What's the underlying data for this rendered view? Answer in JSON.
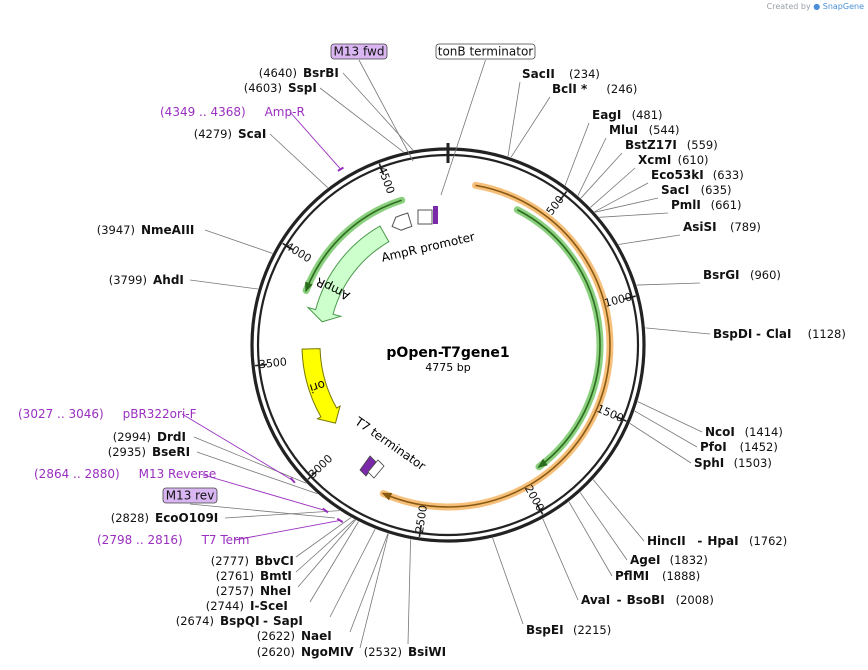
{
  "credit": {
    "prefix": "Created by",
    "brand": "SnapGene"
  },
  "plasmid": {
    "name": "pOpen-T7gene1",
    "length": "4775 bp",
    "total": 4775
  },
  "ticks": [
    {
      "pos": 500,
      "label": "500"
    },
    {
      "pos": 1000,
      "label": "1000"
    },
    {
      "pos": 1500,
      "label": "1500"
    },
    {
      "pos": 2000,
      "label": "2000"
    },
    {
      "pos": 2500,
      "label": "2500"
    },
    {
      "pos": 3000,
      "label": "3000"
    },
    {
      "pos": 3500,
      "label": "3500"
    },
    {
      "pos": 4000,
      "label": "4000"
    },
    {
      "pos": 4500,
      "label": "4500"
    }
  ],
  "sites": [
    {
      "name": "SacII",
      "pos": 234,
      "coord": "(234)"
    },
    {
      "name": "BclI *",
      "pos": 246,
      "coord": "(246)"
    },
    {
      "name": "EagI",
      "pos": 481,
      "coord": "(481)"
    },
    {
      "name": "MluI",
      "pos": 544,
      "coord": "(544)"
    },
    {
      "name": "BstZ17I",
      "pos": 559,
      "coord": "(559)"
    },
    {
      "name": "XcmI",
      "pos": 610,
      "coord": "(610)"
    },
    {
      "name": "Eco53kI",
      "pos": 633,
      "coord": "(633)"
    },
    {
      "name": "SacI",
      "pos": 635,
      "coord": "(635)"
    },
    {
      "name": "PmlI",
      "pos": 661,
      "coord": "(661)"
    },
    {
      "name": "AsiSI",
      "pos": 789,
      "coord": "(789)"
    },
    {
      "name": "BsrGI",
      "pos": 960,
      "coord": "(960)"
    },
    {
      "name": "BspDI",
      "name2": "ClaI",
      "pos": 1128,
      "coord": "(1128)"
    },
    {
      "name": "NcoI",
      "pos": 1414,
      "coord": "(1414)"
    },
    {
      "name": "PfoI",
      "pos": 1452,
      "coord": "(1452)"
    },
    {
      "name": "SphI",
      "pos": 1503,
      "coord": "(1503)"
    },
    {
      "name": "HincII",
      "name2": "HpaI",
      "pos": 1762,
      "coord": "(1762)"
    },
    {
      "name": "AgeI",
      "pos": 1832,
      "coord": "(1832)"
    },
    {
      "name": "PflMI",
      "pos": 1888,
      "coord": "(1888)"
    },
    {
      "name": "AvaI",
      "name2": "BsoBI",
      "pos": 2008,
      "coord": "(2008)"
    },
    {
      "name": "BspEI",
      "pos": 2215,
      "coord": "(2215)"
    },
    {
      "name": "BsiWI",
      "pos": 2532,
      "coord": "(2532)"
    },
    {
      "name": "NgoMIV",
      "pos": 2620,
      "coord": "(2620)"
    },
    {
      "name": "NaeI",
      "pos": 2622,
      "coord": "(2622)"
    },
    {
      "name": "BspQI",
      "name2": "SapI",
      "pos": 2674,
      "coord": "(2674)"
    },
    {
      "name": "I-SceI",
      "pos": 2744,
      "coord": "(2744)"
    },
    {
      "name": "NheI",
      "pos": 2757,
      "coord": "(2757)"
    },
    {
      "name": "BmtI",
      "pos": 2761,
      "coord": "(2761)"
    },
    {
      "name": "BbvCI",
      "pos": 2777,
      "coord": "(2777)"
    },
    {
      "name": "EcoO109I",
      "pos": 2828,
      "coord": "(2828)"
    },
    {
      "name": "BseRI",
      "pos": 2935,
      "coord": "(2935)"
    },
    {
      "name": "DrdI",
      "pos": 2994,
      "coord": "(2994)"
    },
    {
      "name": "AhdI",
      "pos": 3799,
      "coord": "(3799)"
    },
    {
      "name": "NmeAIII",
      "pos": 3947,
      "coord": "(3947)"
    },
    {
      "name": "ScaI",
      "pos": 4279,
      "coord": "(4279)"
    },
    {
      "name": "SspI",
      "pos": 4603,
      "coord": "(4603)"
    },
    {
      "name": "BsrBI",
      "pos": 4640,
      "coord": "(4640)"
    }
  ],
  "primers": [
    {
      "name": "Amp-R",
      "coord": "(4349 .. 4368)",
      "start": 4349,
      "end": 4368
    },
    {
      "name": "pBR322ori-F",
      "coord": "(3027 .. 3046)",
      "start": 3027,
      "end": 3046
    },
    {
      "name": "M13 Reverse",
      "coord": "(2864 .. 2880)",
      "start": 2864,
      "end": 2880
    },
    {
      "name": "T7 Term",
      "coord": "(2798 .. 2816)",
      "start": 2798,
      "end": 2816
    }
  ],
  "boxed": [
    {
      "name": "M13 fwd",
      "pos": 4700,
      "color": "#d9b6f2"
    },
    {
      "name": "tonB terminator",
      "pos": 4745,
      "color": "#ffffff"
    },
    {
      "name": "M13 rev",
      "pos": 2870,
      "color": "#d9b6f2"
    }
  ],
  "features": [
    {
      "name": "AmpR promoter",
      "start": 4440,
      "end": 4550,
      "type": "promoter",
      "color": "#ffffff"
    },
    {
      "name": "AmpR",
      "start": 3720,
      "end": 4380,
      "type": "gene",
      "color": "#ccffcc"
    },
    {
      "name": "ori",
      "start": 3120,
      "end": 3560,
      "type": "origin",
      "color": "#ffff00"
    },
    {
      "name": "T7 terminator",
      "start": 2830,
      "end": 2880,
      "type": "terminator",
      "color": "#ffffff"
    }
  ],
  "orf_arcs": [
    {
      "start": 3860,
      "end": 4540,
      "color": "#8ad07e",
      "direction": "ccw"
    },
    {
      "start": 360,
      "end": 1900,
      "color": "#8ad07e",
      "direction": "cw"
    },
    {
      "start": 130,
      "end": 2700,
      "color": "#f6c07a",
      "direction": "cw"
    }
  ],
  "colors": {
    "backbone": "#222222",
    "primer": "#9a2fbf",
    "leader": "#777777"
  }
}
